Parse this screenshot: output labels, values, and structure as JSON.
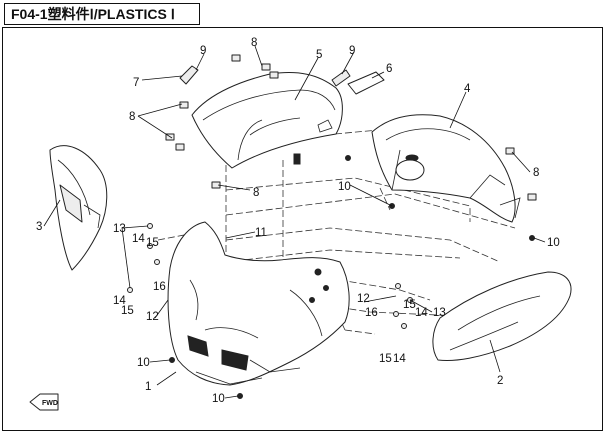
{
  "title": "F04-1塑料件Ⅰ/PLASTICS Ⅰ",
  "fwd_label": "FWD",
  "callouts": [
    {
      "id": "c1",
      "label": "1"
    },
    {
      "id": "c2",
      "label": "2"
    },
    {
      "id": "c3",
      "label": "3"
    },
    {
      "id": "c4",
      "label": "4"
    },
    {
      "id": "c5",
      "label": "5"
    },
    {
      "id": "c6",
      "label": "6"
    },
    {
      "id": "c7",
      "label": "7"
    },
    {
      "id": "c8a",
      "label": "8"
    },
    {
      "id": "c8b",
      "label": "8"
    },
    {
      "id": "c8c",
      "label": "8"
    },
    {
      "id": "c8d",
      "label": "8"
    },
    {
      "id": "c9a",
      "label": "9"
    },
    {
      "id": "c9b",
      "label": "9"
    },
    {
      "id": "c10a",
      "label": "10"
    },
    {
      "id": "c10b",
      "label": "10"
    },
    {
      "id": "c10c",
      "label": "10"
    },
    {
      "id": "c10d",
      "label": "10"
    },
    {
      "id": "c11",
      "label": "11"
    },
    {
      "id": "c12a",
      "label": "12"
    },
    {
      "id": "c12b",
      "label": "12"
    },
    {
      "id": "c13a",
      "label": "13"
    },
    {
      "id": "c13b",
      "label": "13"
    },
    {
      "id": "c14a",
      "label": "14"
    },
    {
      "id": "c14b",
      "label": "14"
    },
    {
      "id": "c14c",
      "label": "14"
    },
    {
      "id": "c14d",
      "label": "14"
    },
    {
      "id": "c15a",
      "label": "15"
    },
    {
      "id": "c15b",
      "label": "15"
    },
    {
      "id": "c15c",
      "label": "15"
    },
    {
      "id": "c15d",
      "label": "15"
    },
    {
      "id": "c16a",
      "label": "16"
    },
    {
      "id": "c16b",
      "label": "16"
    }
  ]
}
